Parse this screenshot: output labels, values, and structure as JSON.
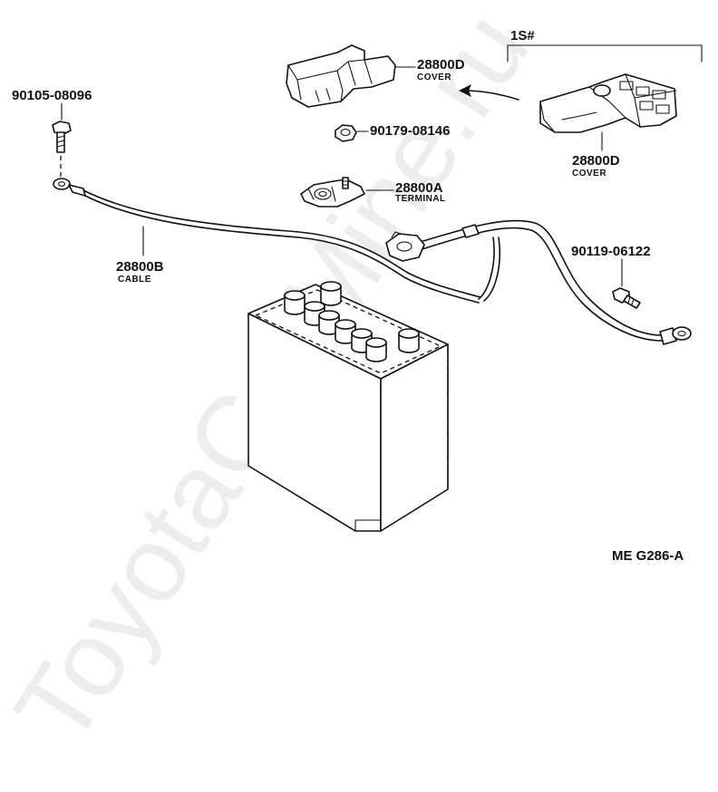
{
  "watermark": "ToyotaCarMine.ru",
  "group_label": "1S#",
  "figure_code": "ME G286-A",
  "parts": {
    "cover_top": {
      "number": "28800D",
      "name": "COVER"
    },
    "nut": {
      "number": "90179-08146"
    },
    "terminal": {
      "number": "28800A",
      "name": "TERMINAL"
    },
    "cover_1s": {
      "number": "28800D",
      "name": "COVER"
    },
    "bolt_left": {
      "number": "90105-08096"
    },
    "cable": {
      "number": "28800B",
      "name": "CABLE"
    },
    "bolt_right": {
      "number": "90119-06122"
    }
  }
}
